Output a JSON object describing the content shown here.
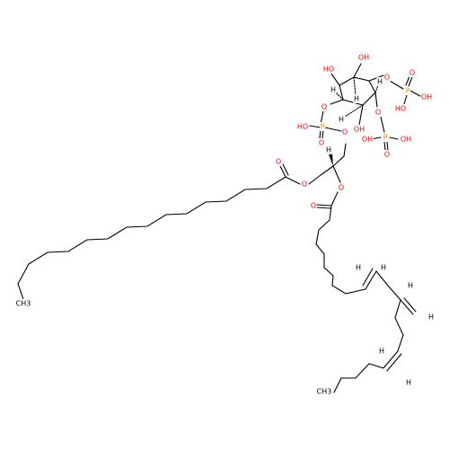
{
  "molecule": {
    "atom_colors": {
      "O": "#ff0000",
      "P": "#ff8000",
      "C": "#000000",
      "H": "#000000"
    },
    "labels": {
      "ring_oh_top_left": "HO",
      "ring_oh_top_right": "OH",
      "ring_h_left": "H",
      "ring_h_mid": "H",
      "ring_h_right": "H",
      "ring_h_bottom": "H",
      "ring_oh_bottom": "OH",
      "ring_o_left": "O",
      "ring_o_upper_right": "O",
      "ring_o_lower_right": "O",
      "phos_left_p": "P",
      "phos_left_oh": "HO",
      "phos_left_o_dbl": "O",
      "phos_left_o_link": "O",
      "phos_top_p": "P",
      "phos_top_oh_right": "OH",
      "phos_top_oh_below": "HO",
      "phos_top_o_dbl": "O",
      "phos_bot_p": "P",
      "phos_bot_oh_left": "OH",
      "phos_bot_oh_right": "OH",
      "phos_bot_o_dbl": "O",
      "glycerol_h": "H",
      "ester1_o_carbonyl": "O",
      "ester1_o_link": "O",
      "ester2_o_link": "O",
      "ester2_o_carbonyl": "O",
      "alkene1_h_left": "H",
      "alkene1_h_right": "H",
      "alkene2_h_top": "H",
      "alkene2_h_right": "H",
      "alkene3_h_left": "H",
      "alkene3_h_bottom": "H",
      "chain1_terminal": "CH3",
      "chain2_terminal": "CH3"
    }
  }
}
